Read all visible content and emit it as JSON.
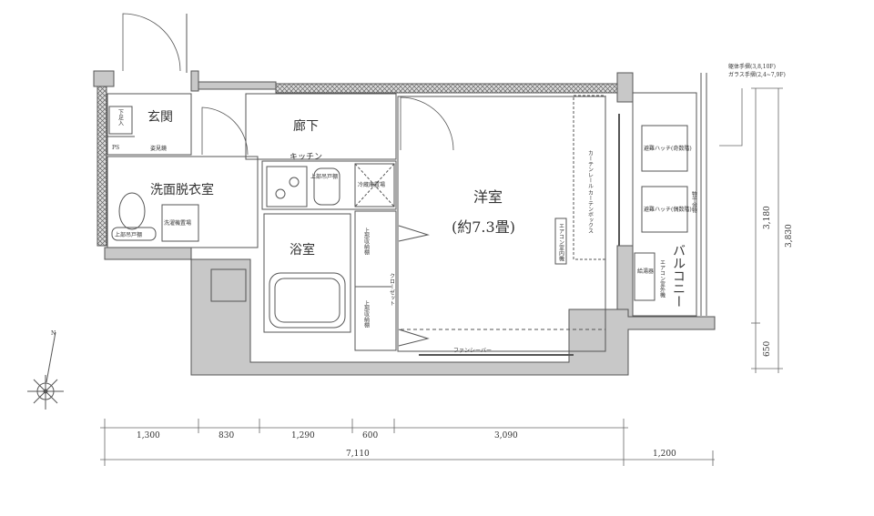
{
  "rooms": {
    "entrance": "玄関",
    "corridor": "廊下",
    "kitchen": "キッチン",
    "washroom": "洗面脱衣室",
    "bathroom": "浴室",
    "western_room": "洋室",
    "western_room_size": "(約7.3畳)",
    "balcony": "バルコニー",
    "closet": "クローゼット"
  },
  "fixtures": {
    "shoe_box": "下足入",
    "ps": "PS",
    "mirror": "姿見鏡",
    "upper_cabinet_kitchen": "上部吊戸棚",
    "fridge": "冷蔵庫置場",
    "washer": "洗濯機置場",
    "upper_cabinet_toilet": "上部吊戸棚",
    "upper_shelf_1": "上部収納棚",
    "upper_shelf_2": "上部収納棚",
    "curtain": "カーテンレール カーテンボックス",
    "ac_indoor": "エアコン室内機",
    "fancy_bar": "ファンシーバー",
    "hatch_odd": "避難ハッチ(奇数階)",
    "hatch_even": "避難ハッチ(偶数階)",
    "drying": "物干金物",
    "ac_outdoor": "エアコン室外機",
    "water_heater": "給湯器"
  },
  "railing_note": [
    "躯体手摺(3,8,10F)",
    "ガラス手摺(2,4~7,9F)"
  ],
  "dimensions": {
    "bottom_row1": [
      "1,300",
      "830",
      "1,290",
      "600",
      "3,090"
    ],
    "bottom_row2": [
      "7,110",
      "1,200"
    ],
    "right": [
      "3,180",
      "3,830",
      "650"
    ]
  },
  "compass": "N",
  "colors": {
    "wall": "#c8c8c8",
    "line": "#555555"
  }
}
